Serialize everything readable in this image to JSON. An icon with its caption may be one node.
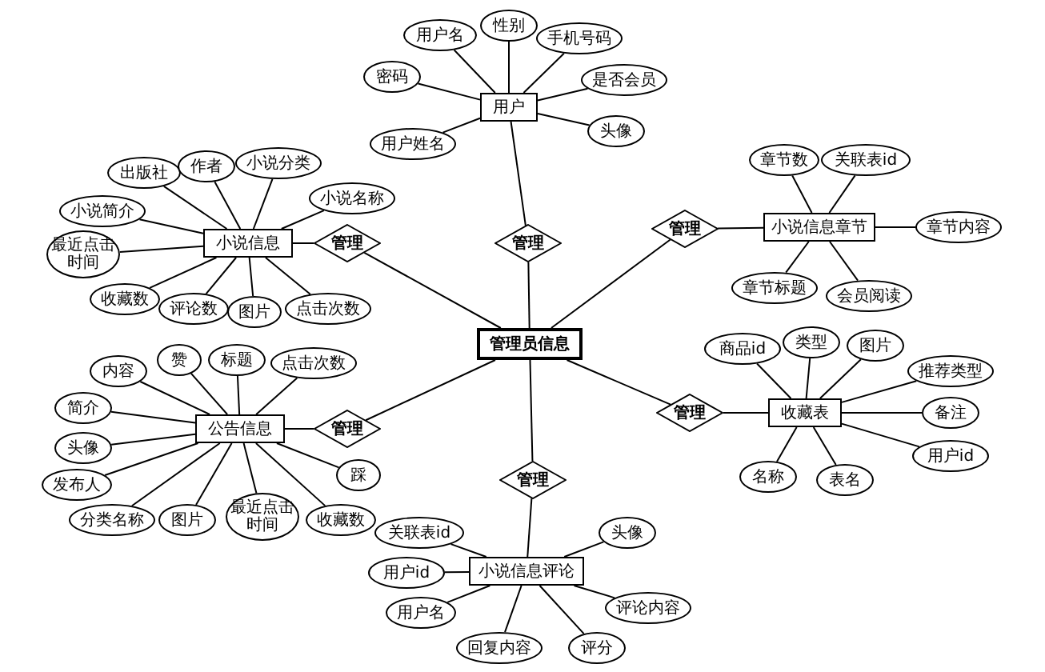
{
  "diagram": {
    "nodes": [
      {
        "text": [
          "管理员信息"
        ]
      },
      {
        "text": [
          "用户"
        ]
      },
      {
        "text": [
          "小说信息"
        ]
      },
      {
        "text": [
          "公告信息"
        ]
      },
      {
        "text": [
          "小说信息章节"
        ]
      },
      {
        "text": [
          "收藏表"
        ]
      },
      {
        "text": [
          "小说信息评论"
        ]
      },
      {
        "text": [
          "管理"
        ]
      },
      {
        "text": [
          "管理"
        ]
      },
      {
        "text": [
          "管理"
        ]
      },
      {
        "text": [
          "管理"
        ]
      },
      {
        "text": [
          "管理"
        ]
      },
      {
        "text": [
          "管理"
        ]
      },
      {
        "text": [
          "用户名"
        ]
      },
      {
        "text": [
          "性别"
        ]
      },
      {
        "text": [
          "手机号码"
        ]
      },
      {
        "text": [
          "密码"
        ]
      },
      {
        "text": [
          "是否会员"
        ]
      },
      {
        "text": [
          "头像"
        ]
      },
      {
        "text": [
          "用户姓名"
        ]
      },
      {
        "text": [
          "出版社"
        ]
      },
      {
        "text": [
          "作者"
        ]
      },
      {
        "text": [
          "小说分类"
        ]
      },
      {
        "text": [
          "小说名称"
        ]
      },
      {
        "text": [
          "小说简介"
        ]
      },
      {
        "text": [
          "最近点击时间"
        ]
      },
      {
        "text": [
          "收藏数"
        ]
      },
      {
        "text": [
          "评论数"
        ]
      },
      {
        "text": [
          "图片"
        ]
      },
      {
        "text": [
          "点击次数"
        ]
      },
      {
        "text": [
          "内容"
        ]
      },
      {
        "text": [
          "赞"
        ]
      },
      {
        "text": [
          "标题"
        ]
      },
      {
        "text": [
          "点击次数"
        ]
      },
      {
        "text": [
          "简介"
        ]
      },
      {
        "text": [
          "头像"
        ]
      },
      {
        "text": [
          "发布人"
        ]
      },
      {
        "text": [
          "分类名称"
        ]
      },
      {
        "text": [
          "图片"
        ]
      },
      {
        "text": [
          "最近点击时间"
        ]
      },
      {
        "text": [
          "收藏数"
        ]
      },
      {
        "text": [
          "踩"
        ]
      },
      {
        "text": [
          "章节数"
        ]
      },
      {
        "text": [
          "关联表id"
        ]
      },
      {
        "text": [
          "章节内容"
        ]
      },
      {
        "text": [
          "章节标题"
        ]
      },
      {
        "text": [
          "会员阅读"
        ]
      },
      {
        "text": [
          "商品id"
        ]
      },
      {
        "text": [
          "类型"
        ]
      },
      {
        "text": [
          "图片"
        ]
      },
      {
        "text": [
          "推荐类型"
        ]
      },
      {
        "text": [
          "备注"
        ]
      },
      {
        "text": [
          "用户id"
        ]
      },
      {
        "text": [
          "名称"
        ]
      },
      {
        "text": [
          "表名"
        ]
      },
      {
        "text": [
          "关联表id"
        ]
      },
      {
        "text": [
          "用户id"
        ]
      },
      {
        "text": [
          "用户名"
        ]
      },
      {
        "text": [
          "回复内容"
        ]
      },
      {
        "text": [
          "评分"
        ]
      },
      {
        "text": [
          "头像"
        ]
      },
      {
        "text": [
          "评论内容"
        ]
      }
    ],
    "edges": [
      {
        "from": 0,
        "to": 7,
        "arrow": "none"
      },
      {
        "from": 7,
        "to": 1,
        "arrow": "none"
      },
      {
        "from": 0,
        "to": 8,
        "arrow": "none"
      },
      {
        "from": 8,
        "to": 2,
        "arrow": "none"
      },
      {
        "from": 0,
        "to": 9,
        "arrow": "none"
      },
      {
        "from": 9,
        "to": 3,
        "arrow": "none"
      },
      {
        "from": 0,
        "to": 10,
        "arrow": "none"
      },
      {
        "from": 10,
        "to": 4,
        "arrow": "none"
      },
      {
        "from": 0,
        "to": 11,
        "arrow": "none"
      },
      {
        "from": 11,
        "to": 5,
        "arrow": "none"
      },
      {
        "from": 0,
        "to": 12,
        "arrow": "none"
      },
      {
        "from": 12,
        "to": 6,
        "arrow": "none"
      },
      {
        "from": 1,
        "to": 13,
        "arrow": "none"
      },
      {
        "from": 1,
        "to": 14,
        "arrow": "none"
      },
      {
        "from": 1,
        "to": 15,
        "arrow": "none"
      },
      {
        "from": 1,
        "to": 16,
        "arrow": "none"
      },
      {
        "from": 1,
        "to": 17,
        "arrow": "none"
      },
      {
        "from": 1,
        "to": 18,
        "arrow": "none"
      },
      {
        "from": 1,
        "to": 19,
        "arrow": "none"
      },
      {
        "from": 2,
        "to": 20,
        "arrow": "none"
      },
      {
        "from": 2,
        "to": 21,
        "arrow": "none"
      },
      {
        "from": 2,
        "to": 22,
        "arrow": "none"
      },
      {
        "from": 2,
        "to": 23,
        "arrow": "none"
      },
      {
        "from": 2,
        "to": 24,
        "arrow": "none"
      },
      {
        "from": 2,
        "to": 25,
        "arrow": "none"
      },
      {
        "from": 2,
        "to": 26,
        "arrow": "none"
      },
      {
        "from": 2,
        "to": 27,
        "arrow": "none"
      },
      {
        "from": 2,
        "to": 28,
        "arrow": "none"
      },
      {
        "from": 2,
        "to": 29,
        "arrow": "none"
      },
      {
        "from": 3,
        "to": 30,
        "arrow": "none"
      },
      {
        "from": 3,
        "to": 31,
        "arrow": "none"
      },
      {
        "from": 3,
        "to": 32,
        "arrow": "none"
      },
      {
        "from": 3,
        "to": 33,
        "arrow": "none"
      },
      {
        "from": 3,
        "to": 34,
        "arrow": "none"
      },
      {
        "from": 3,
        "to": 35,
        "arrow": "none"
      },
      {
        "from": 3,
        "to": 36,
        "arrow": "none"
      },
      {
        "from": 3,
        "to": 37,
        "arrow": "none"
      },
      {
        "from": 3,
        "to": 38,
        "arrow": "none"
      },
      {
        "from": 3,
        "to": 39,
        "arrow": "none"
      },
      {
        "from": 3,
        "to": 40,
        "arrow": "none"
      },
      {
        "from": 3,
        "to": 41,
        "arrow": "none"
      },
      {
        "from": 4,
        "to": 42,
        "arrow": "none"
      },
      {
        "from": 4,
        "to": 43,
        "arrow": "none"
      },
      {
        "from": 4,
        "to": 44,
        "arrow": "none"
      },
      {
        "from": 4,
        "to": 45,
        "arrow": "none"
      },
      {
        "from": 4,
        "to": 46,
        "arrow": "none"
      },
      {
        "from": 5,
        "to": 47,
        "arrow": "none"
      },
      {
        "from": 5,
        "to": 48,
        "arrow": "none"
      },
      {
        "from": 5,
        "to": 49,
        "arrow": "none"
      },
      {
        "from": 5,
        "to": 50,
        "arrow": "none"
      },
      {
        "from": 5,
        "to": 51,
        "arrow": "none"
      },
      {
        "from": 5,
        "to": 52,
        "arrow": "none"
      },
      {
        "from": 5,
        "to": 53,
        "arrow": "none"
      },
      {
        "from": 5,
        "to": 54,
        "arrow": "none"
      },
      {
        "from": 6,
        "to": 55,
        "arrow": "none"
      },
      {
        "from": 6,
        "to": 56,
        "arrow": "none"
      },
      {
        "from": 6,
        "to": 57,
        "arrow": "none"
      },
      {
        "from": 6,
        "to": 58,
        "arrow": "none"
      },
      {
        "from": 6,
        "to": 59,
        "arrow": "none"
      },
      {
        "from": 6,
        "to": 60,
        "arrow": "none"
      },
      {
        "from": 6,
        "to": 61,
        "arrow": "none"
      }
    ]
  }
}
